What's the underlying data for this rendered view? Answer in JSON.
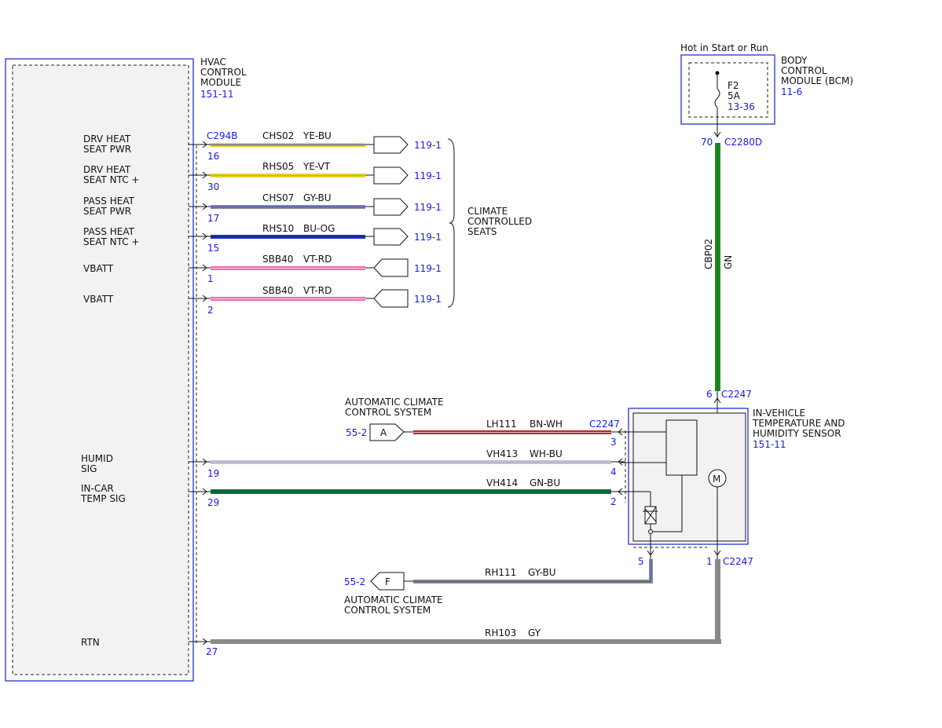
{
  "hvac": {
    "title": [
      "HVAC",
      "CONTROL",
      "MODULE"
    ],
    "ref": "151-11",
    "connector": "C294B"
  },
  "seat_circuits": [
    {
      "label": [
        "DRV HEAT",
        "SEAT PWR"
      ],
      "pin": "16",
      "circuit": "CHS02",
      "color_code": "YE-BU",
      "ref": "119-1",
      "colors": [
        "#e8cf2a",
        "#3a57c8"
      ],
      "direction": "out"
    },
    {
      "label": [
        "DRV HEAT",
        "SEAT NTC +"
      ],
      "pin": "30",
      "circuit": "RHS05",
      "color_code": "YE-VT",
      "ref": "119-1",
      "colors": [
        "#e8cf2a",
        "#e8cf2a"
      ],
      "direction": "out"
    },
    {
      "label": [
        "PASS HEAT",
        "SEAT PWR"
      ],
      "pin": "17",
      "circuit": "CHS07",
      "color_code": "GY-BU",
      "ref": "119-1",
      "colors": [
        "#8a8a8a",
        "#3a57c8"
      ],
      "direction": "out"
    },
    {
      "label": [
        "PASS HEAT",
        "SEAT NTC +"
      ],
      "pin": "15",
      "circuit": "RHS10",
      "color_code": "BU-OG",
      "ref": "119-1",
      "colors": [
        "#1f2fd6",
        "#1f2fd6"
      ],
      "direction": "out"
    },
    {
      "label": [
        "VBATT"
      ],
      "pin": "1",
      "circuit": "SBB40",
      "color_code": "VT-RD",
      "ref": "119-1",
      "colors": [
        "#ee68b4",
        "#ee68b4"
      ],
      "direction": "in"
    },
    {
      "label": [
        "VBATT"
      ],
      "pin": "2",
      "circuit": "SBB40",
      "color_code": "VT-RD",
      "ref": "119-1",
      "colors": [
        "#ee68b4",
        "#ee68b4"
      ],
      "direction": "in"
    }
  ],
  "climate_seats_label": [
    "CLIMATE",
    "CONTROLLED",
    "SEATS"
  ],
  "bcm": {
    "supply_label": "Hot in Start or Run",
    "title": [
      "BODY",
      "CONTROL",
      "MODULE (BCM)"
    ],
    "ref": "11-6",
    "fuse_name": "F2",
    "fuse_rating": "5A",
    "fuse_ref": "13-36",
    "pin": "70",
    "connector": "C2280D"
  },
  "cbp02_wire": {
    "circuit": "CBP02",
    "color_code": "GN",
    "color": "#1f8a1f"
  },
  "sensor": {
    "title": [
      "IN-VEHICLE",
      "TEMPERATURE AND",
      "HUMIDITY SENSOR"
    ],
    "ref": "151-11",
    "connector": "C2247",
    "top_pin": "6",
    "bottom_left_pin": "5",
    "bottom_right_pin": "1",
    "motor_label": "M"
  },
  "acc_top": {
    "label": [
      "AUTOMATIC CLIMATE",
      "CONTROL SYSTEM"
    ],
    "ref": "55-2",
    "letter": "A"
  },
  "acc_bottom": {
    "label": [
      "AUTOMATIC CLIMATE",
      "CONTROL SYSTEM"
    ],
    "ref": "55-2",
    "letter": "F"
  },
  "sensor_circuits": [
    {
      "key": "lh111",
      "circuit": "LH111",
      "color_code": "BN-WH",
      "sensor_pin": "3",
      "colors": [
        "#b02828",
        "#b02828"
      ]
    },
    {
      "key": "vh413",
      "label": [
        "HUMID",
        "SIG"
      ],
      "hvac_pin": "19",
      "circuit": "VH413",
      "color_code": "WH-BU",
      "sensor_pin": "4",
      "colors": [
        "#c4c4c4",
        "#a4b4e6"
      ]
    },
    {
      "key": "vh414",
      "label": [
        "IN-CAR",
        "TEMP SIG"
      ],
      "hvac_pin": "29",
      "circuit": "VH414",
      "color_code": "GN-BU",
      "sensor_pin": "2",
      "colors": [
        "#147044",
        "#147044"
      ]
    },
    {
      "key": "rh111",
      "circuit": "RH111",
      "color_code": "GY-BU",
      "colors": [
        "#8a8a8a",
        "#3a57c8"
      ]
    }
  ],
  "rtn": {
    "label": "RTN",
    "pin": "27",
    "circuit": "RH103",
    "color_code": "GY",
    "color": "#8a8a8a"
  }
}
